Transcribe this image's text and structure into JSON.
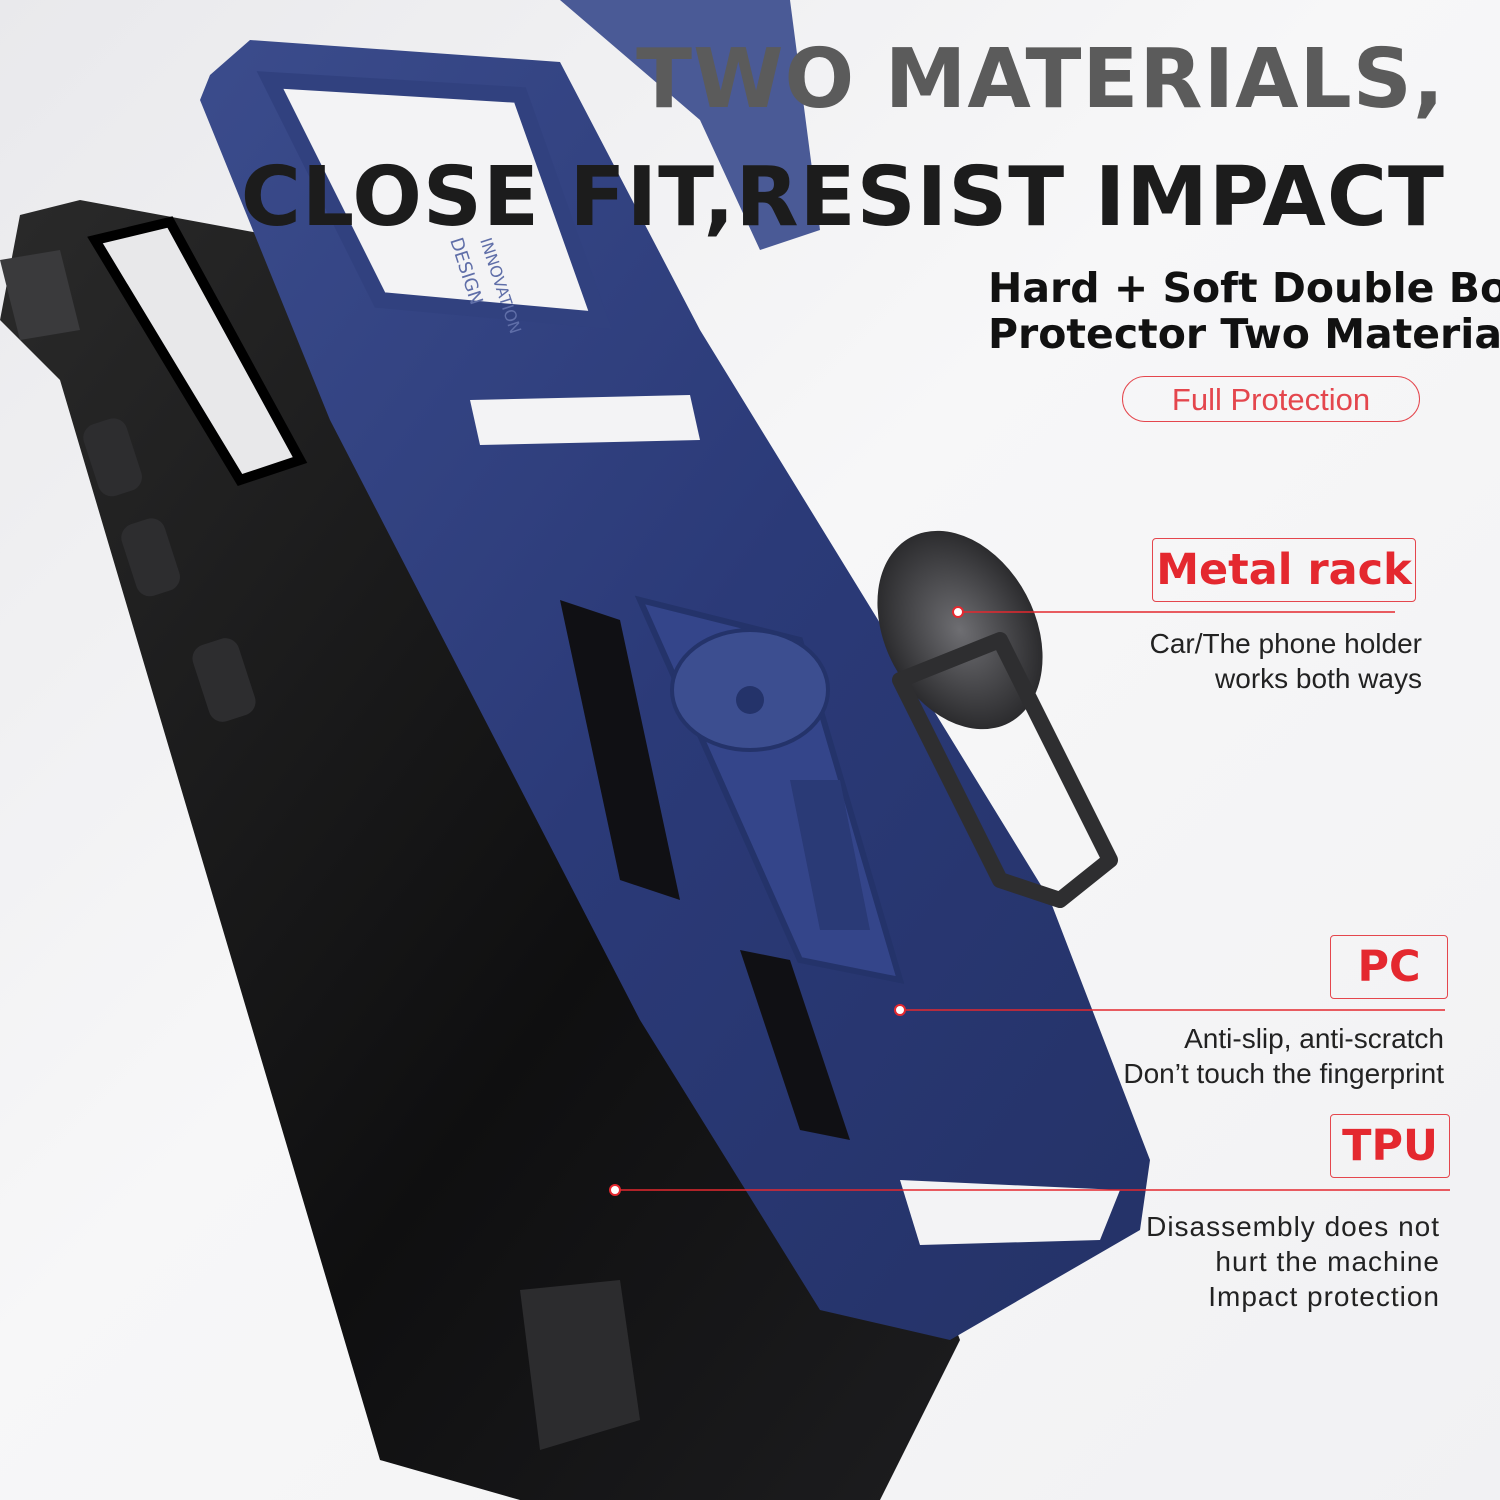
{
  "headline": {
    "line1": "TWO MATERIALS,",
    "line2": "CLOSE FIT,RESIST IMPACT"
  },
  "subtitle": {
    "line1": "Hard + Soft Double Body",
    "line2": "Protector Two Materials"
  },
  "badge": "Full Protection",
  "features": [
    {
      "title": "Metal rack",
      "lines": [
        "Car/The phone holder",
        "works both ways"
      ]
    },
    {
      "title": "PC",
      "lines": [
        "Anti-slip, anti-scratch",
        "Don’t touch the fingerprint"
      ]
    },
    {
      "title": "TPU",
      "lines": [
        "Disassembly does not",
        "hurt the machine",
        "Impact protection"
      ]
    }
  ],
  "case_print": {
    "line1": "DESIGN",
    "line2": "INNOVATION"
  },
  "colors": {
    "accent": "#e4282f",
    "case_blue": "#2e3f7d",
    "case_blue_light": "#4a5b97",
    "inner_black": "#151515",
    "ring_metal": "#3a3a3c"
  }
}
